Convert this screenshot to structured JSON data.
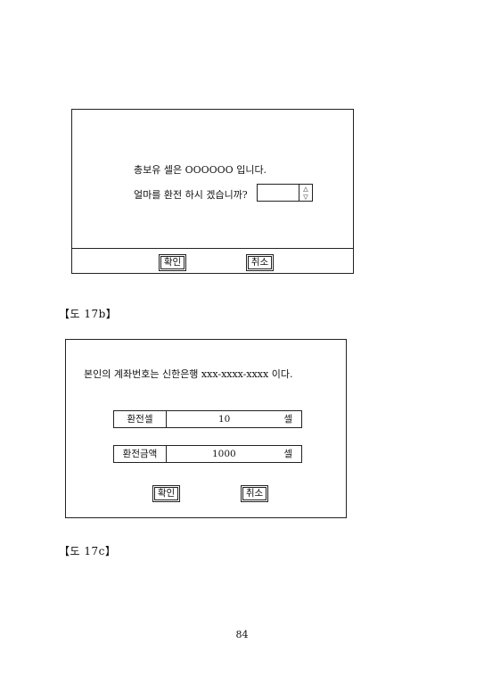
{
  "dialog_a": {
    "line1": "총보유 셀은 OOOOOO 입니다.",
    "line2": "얼마를 환전 하시 겠습니까?",
    "spin_up_glyph": "△",
    "spin_down_glyph": "▽",
    "confirm_label": "확인",
    "cancel_label": "취소"
  },
  "caption_b": "【도 17b】",
  "dialog_b": {
    "account_text": "본인의 계좌번호는 신한은행 xxx-xxxx-xxxx 이다.",
    "rows": [
      {
        "label": "환전셀",
        "value": "10",
        "unit": "셀"
      },
      {
        "label": "환전금액",
        "value": "1000",
        "unit": "셀"
      }
    ],
    "confirm_label": "확인",
    "cancel_label": "취소"
  },
  "caption_c": "【도 17c】",
  "page_number": "84"
}
